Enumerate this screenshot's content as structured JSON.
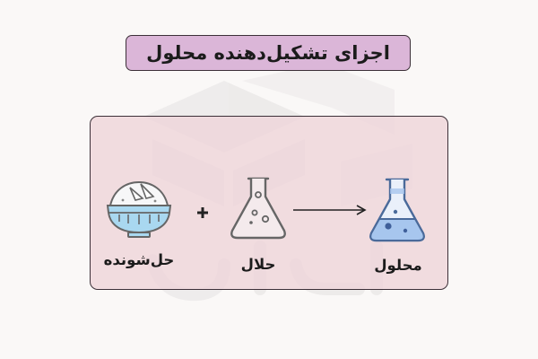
{
  "title": "اجزای تشکیل‌دهنده محلول",
  "components": [
    {
      "label": "حل‌شونده",
      "icon": "bowl-of-powder-icon"
    },
    {
      "label": "حلال",
      "icon": "empty-flask-icon"
    },
    {
      "label": "محلول",
      "icon": "filled-flask-icon"
    }
  ],
  "operators": [
    {
      "symbol": "+",
      "icon": "plus-icon"
    },
    {
      "symbol": "→",
      "icon": "arrow-right-icon"
    }
  ],
  "colors": {
    "title_bg": "#dbb6d8",
    "panel_bg": "#eed4d9",
    "border": "#3c3038",
    "bowl_blue": "#a9d8f0",
    "liquid_blue": "#a7c6ee",
    "outline_gray": "#666666"
  }
}
